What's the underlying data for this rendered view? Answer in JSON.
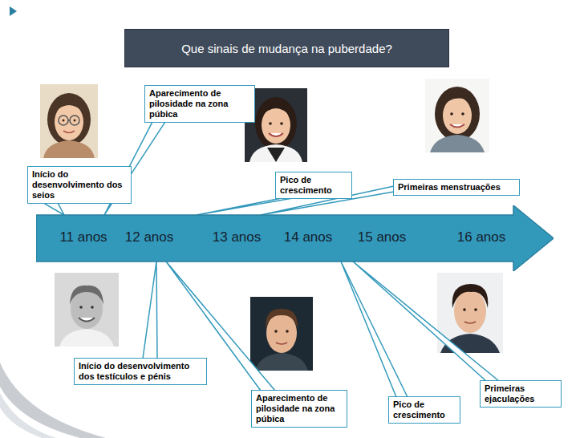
{
  "diagram": {
    "title": "Que sinais de mudança na puberdade?",
    "nodes": [
      {
        "text": [
          "Aparecimento de pilosidade na zona púbica"
        ]
      },
      {
        "text": [
          "Início do desenvolvimento dos seios"
        ]
      },
      {
        "text": [
          "Pico de crescimento"
        ]
      },
      {
        "text": [
          "Primeiras menstruações"
        ]
      },
      {
        "text": [
          "11 anos",
          "12 anos",
          "13 anos",
          "14 anos",
          "15 anos",
          "16 anos"
        ]
      },
      {
        "text": [
          "Início do desenvolvimento dos testículos e pénis"
        ]
      },
      {
        "text": [
          "Primeiras ejaculações"
        ]
      },
      {
        "text": [
          "Aparecimento de pilosidade na zona púbica"
        ]
      },
      {
        "text": [
          "Pico de crescimento"
        ]
      }
    ],
    "edges": [
      {
        "from": 0,
        "to": 4,
        "arrow": "none"
      },
      {
        "from": 1,
        "to": 4,
        "arrow": "none"
      },
      {
        "from": 2,
        "to": 4,
        "arrow": "none"
      },
      {
        "from": 3,
        "to": 4,
        "arrow": "none"
      },
      {
        "from": 5,
        "to": 4,
        "arrow": "none"
      },
      {
        "from": 7,
        "to": 4,
        "arrow": "none"
      },
      {
        "from": 8,
        "to": 4,
        "arrow": "none"
      },
      {
        "from": 6,
        "to": 4,
        "arrow": "none"
      }
    ]
  }
}
